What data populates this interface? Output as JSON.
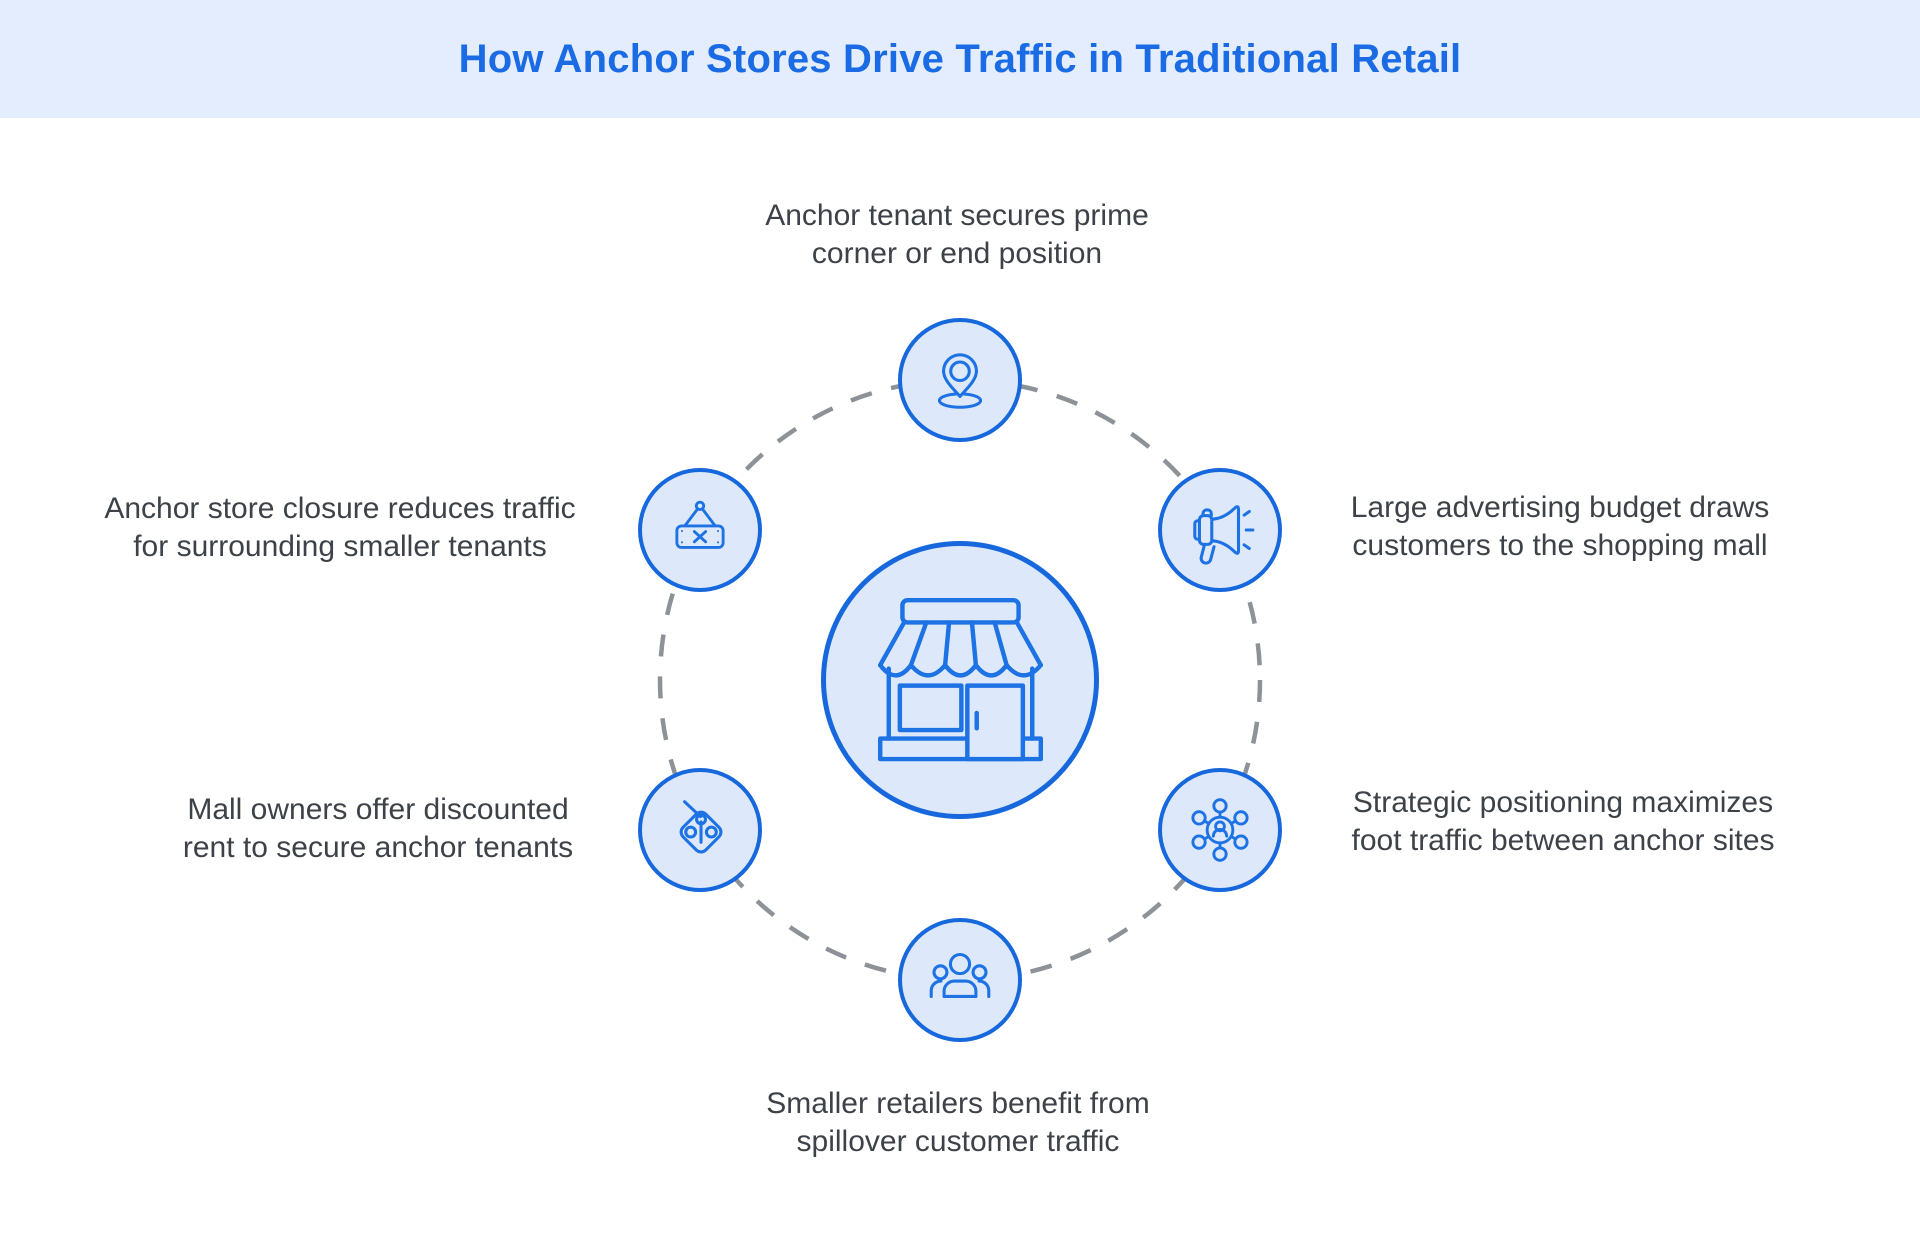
{
  "title": "How Anchor Stores Drive Traffic in Traditional Retail",
  "colors": {
    "header_bg": "#e3edfd",
    "title_text": "#1a6be4",
    "node_border": "#1768dd",
    "node_fill": "#dde9fb",
    "icon_stroke": "#1d72e4",
    "orbit_dash": "#8d9298",
    "label_text": "#3d4249"
  },
  "center_node": {
    "icon": "storefront-icon"
  },
  "nodes": [
    {
      "position": "top",
      "icon": "location-pin-icon",
      "lines": [
        "Anchor tenant secures prime",
        "corner or end position"
      ]
    },
    {
      "position": "top-right",
      "icon": "megaphone-icon",
      "lines": [
        "Large advertising budget draws",
        "customers to the shopping mall"
      ]
    },
    {
      "position": "bottom-right",
      "icon": "network-icon",
      "lines": [
        "Strategic positioning maximizes",
        "foot traffic between anchor sites"
      ]
    },
    {
      "position": "bottom",
      "icon": "people-icon",
      "lines": [
        "Smaller retailers benefit from",
        "spillover customer traffic"
      ]
    },
    {
      "position": "bottom-left",
      "icon": "price-tag-icon",
      "lines": [
        "Mall owners offer discounted",
        "rent to secure anchor tenants"
      ]
    },
    {
      "position": "top-left",
      "icon": "closed-sign-icon",
      "lines": [
        "Anchor store closure reduces traffic",
        "for surrounding smaller tenants"
      ]
    }
  ]
}
